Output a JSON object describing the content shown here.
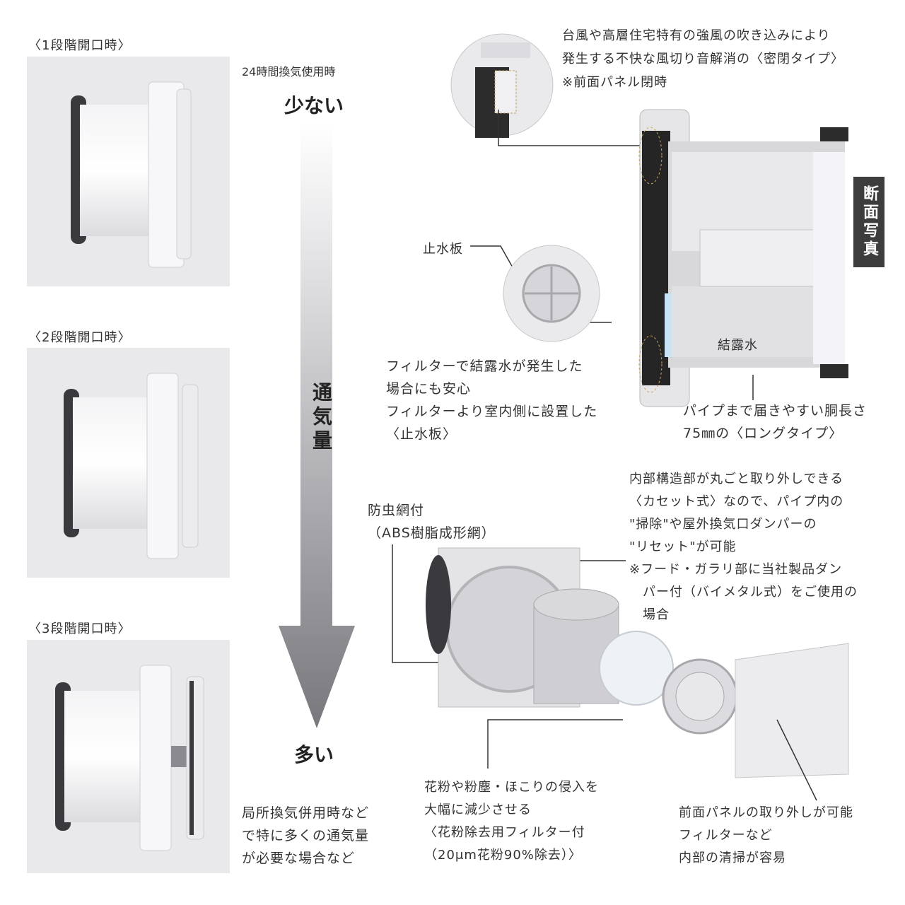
{
  "stages": {
    "stage1": "〈1段階開口時〉",
    "stage2": "〈2段階開口時〉",
    "stage3": "〈3段階開口時〉"
  },
  "airflow": {
    "usage_top": "24時間換気使用時",
    "low": "少ない",
    "axis": "通気量",
    "high": "多い",
    "usage_bottom": [
      "局所換気併用時など",
      "で特に多くの通気量",
      "が必要な場合など"
    ]
  },
  "callouts": {
    "sealed": [
      "台風や高層住宅特有の強風の吹き込みにより",
      "発生する不快な風切り音解消の〈密閉タイプ〉",
      "※前面パネル閉時"
    ],
    "section_tag": "断面写真",
    "water_stop_label": "止水板",
    "condensation_label": "結露水",
    "water_stop_desc": [
      "フィルターで結露水が発生した",
      "場合にも安心",
      "フィルターより室内側に設置した",
      "〈止水板〉"
    ],
    "long_type": [
      "パイプまで届きやすい胴長さ",
      "75㎜の〈ロングタイプ〉"
    ],
    "cassette": [
      "内部構造部が丸ごと取り外しできる",
      "〈カセット式〉なので、パイプ内の",
      "\"掃除\"や屋外換気口ダンパーの",
      "\"リセット\"が可能",
      "※フード・ガラリ部に当社製品ダン",
      "　パー付（バイメタル式）をご使用の",
      "　場合"
    ],
    "insect_net": [
      "防虫網付",
      "（ABS樹脂成形網）"
    ],
    "pollen_filter": [
      "花粉や粉塵・ほこりの侵入を",
      "大幅に減少させる",
      "〈花粉除去用フィルター付",
      "（20μm花粉90%除去）〉"
    ],
    "front_panel": [
      "前面パネルの取り外しが可能",
      "フィルターなど",
      "内部の清掃が容易"
    ]
  }
}
